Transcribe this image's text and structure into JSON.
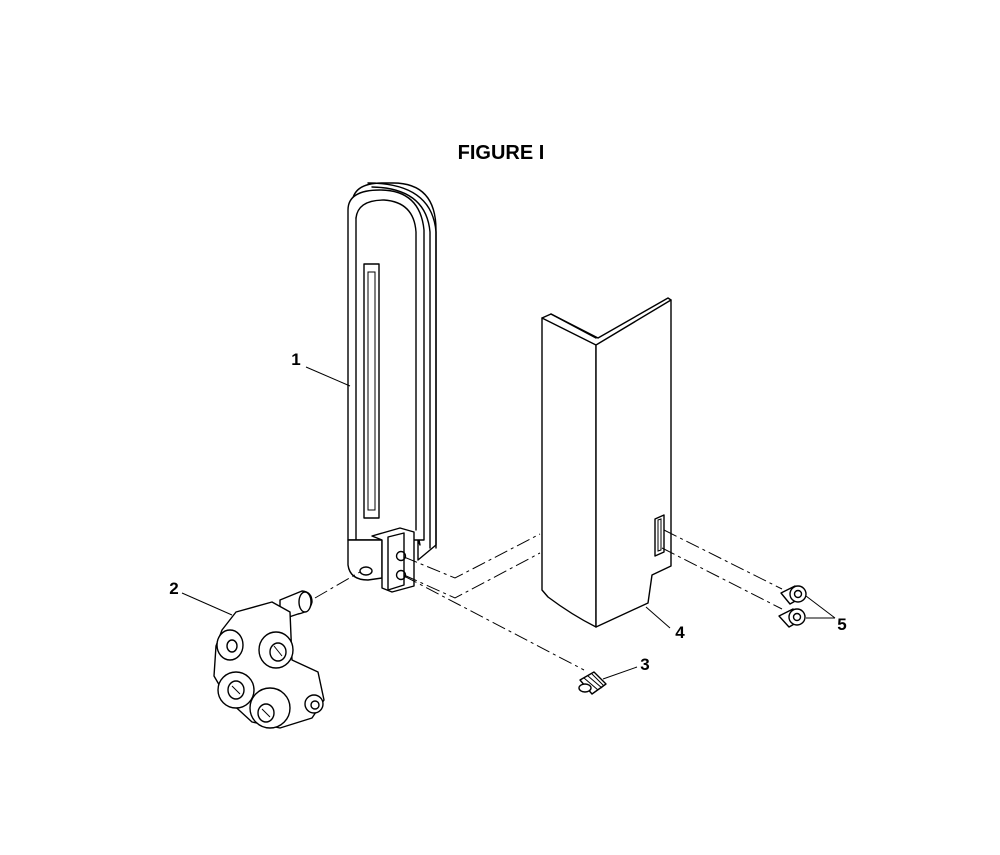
{
  "title": "FIGURE I",
  "callouts": [
    {
      "id": "1",
      "label": "1"
    },
    {
      "id": "2",
      "label": "2"
    },
    {
      "id": "3",
      "label": "3"
    },
    {
      "id": "4",
      "label": "4"
    },
    {
      "id": "5",
      "label": "5"
    }
  ]
}
